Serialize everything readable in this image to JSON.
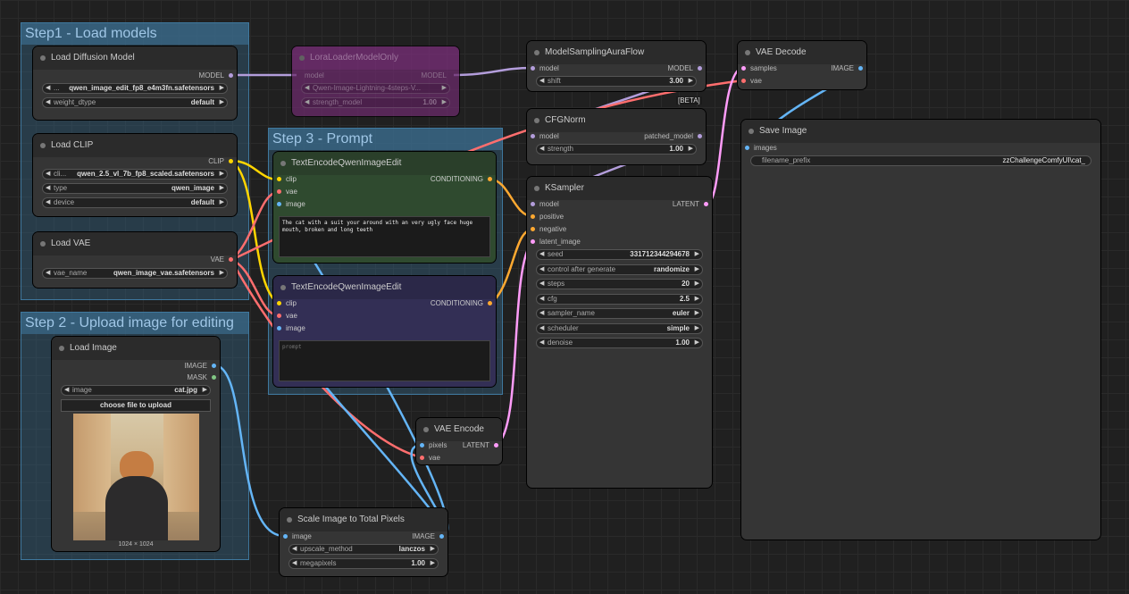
{
  "groups": {
    "step1": "Step1 - Load models",
    "step2": "Step 2 - Upload image for editing",
    "step3": "Step 3 - Prompt"
  },
  "nodes": {
    "load_diffusion": {
      "title": "Load Diffusion Model",
      "out_model": "MODEL",
      "unet_label": "...",
      "unet_value": "qwen_image_edit_fp8_e4m3fn.safetensors",
      "dtype_label": "weight_dtype",
      "dtype_value": "default"
    },
    "lora": {
      "title": "LoraLoaderModelOnly",
      "in_model": "model",
      "out_model": "MODEL",
      "lora_value": "Qwen-Image-Lightning-4steps-V...",
      "strength_label": "strength_model",
      "strength_value": "1.00"
    },
    "load_clip": {
      "title": "Load CLIP",
      "out_clip": "CLIP",
      "name_label": "cli...",
      "name_value": "qwen_2.5_vl_7b_fp8_scaled.safetensors",
      "type_label": "type",
      "type_value": "qwen_image",
      "device_label": "device",
      "device_value": "default"
    },
    "load_vae": {
      "title": "Load VAE",
      "out_vae": "VAE",
      "name_label": "vae_name",
      "name_value": "qwen_image_vae.safetensors"
    },
    "load_image": {
      "title": "Load Image",
      "out_image": "IMAGE",
      "out_mask": "MASK",
      "image_label": "image",
      "image_value": "cat.jpg",
      "upload_label": "choose file to upload",
      "size": "1024 × 1024"
    },
    "model_sampling": {
      "title": "ModelSamplingAuraFlow",
      "in_model": "model",
      "out_model": "MODEL",
      "shift_label": "shift",
      "shift_value": "3.00",
      "badge": "[BETA]"
    },
    "cfgnorm": {
      "title": "CFGNorm",
      "in_model": "model",
      "out_model": "patched_model",
      "strength_label": "strength",
      "strength_value": "1.00"
    },
    "encode_pos": {
      "title": "TextEncodeQwenImageEdit",
      "in_clip": "clip",
      "in_vae": "vae",
      "in_image": "image",
      "out": "CONDITIONING",
      "prompt": "The cat with a suit your around with an very ugly face huge mouth, broken and long teeth"
    },
    "encode_neg": {
      "title": "TextEncodeQwenImageEdit",
      "in_clip": "clip",
      "in_vae": "vae",
      "in_image": "image",
      "out": "CONDITIONING",
      "placeholder": "prompt"
    },
    "ksampler": {
      "title": "KSampler",
      "in_model": "model",
      "in_positive": "positive",
      "in_negative": "negative",
      "in_latent": "latent_image",
      "out": "LATENT",
      "widgets": [
        {
          "label": "seed",
          "value": "331712344294678"
        },
        {
          "label": "control after generate",
          "value": "randomize"
        },
        {
          "label": "steps",
          "value": "20"
        },
        {
          "label": "cfg",
          "value": "2.5"
        },
        {
          "label": "sampler_name",
          "value": "euler"
        },
        {
          "label": "scheduler",
          "value": "simple"
        },
        {
          "label": "denoise",
          "value": "1.00"
        }
      ]
    },
    "vae_decode": {
      "title": "VAE Decode",
      "in_samples": "samples",
      "in_vae": "vae",
      "out": "IMAGE"
    },
    "save_image": {
      "title": "Save Image",
      "in_images": "images",
      "prefix_label": "filename_prefix",
      "prefix_value": "zzChallengeComfyUI\\cat_"
    },
    "vae_encode": {
      "title": "VAE Encode",
      "in_pixels": "pixels",
      "in_vae": "vae",
      "out": "LATENT"
    },
    "scale_image": {
      "title": "Scale Image to Total Pixels",
      "in_image": "image",
      "out": "IMAGE",
      "method_label": "upscale_method",
      "method_value": "lanczos",
      "mp_label": "megapixels",
      "mp_value": "1.00"
    }
  },
  "colors": {
    "model": "#b39ddb",
    "clip": "#ffd500",
    "vae": "#ff6e6e",
    "image": "#64b5f6",
    "conditioning": "#ffa931",
    "latent": "#ff9cf9",
    "mask": "#81c784"
  }
}
